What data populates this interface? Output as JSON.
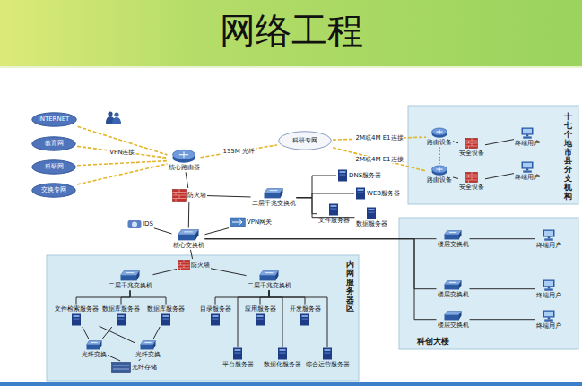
{
  "diagram": {
    "title": "网络工程",
    "nodes": [
      {
        "text": [
          "INTERNET"
        ]
      },
      {
        "text": [
          "教育网"
        ]
      },
      {
        "text": [
          "科研网"
        ]
      },
      {
        "text": [
          "交换专网"
        ]
      },
      {
        "text": [
          "核心路由器"
        ]
      },
      {
        "text": [
          "科研专网"
        ]
      },
      {
        "text": [
          "十七个地市县分支机构"
        ]
      },
      {
        "text": [
          "路由设备"
        ],
        "in": 6
      },
      {
        "text": [
          "安全设备"
        ],
        "in": 6
      },
      {
        "text": [
          "终端用户"
        ],
        "in": 6
      },
      {
        "text": [
          "路由设备"
        ],
        "in": 6
      },
      {
        "text": [
          "安全设备"
        ],
        "in": 6
      },
      {
        "text": [
          "终端用户"
        ],
        "in": 6
      },
      {
        "text": [
          "防火墙"
        ]
      },
      {
        "text": [
          "二层千兆交换机"
        ]
      },
      {
        "text": [
          "DNS服务器"
        ]
      },
      {
        "text": [
          "WEB服务器"
        ]
      },
      {
        "text": [
          "文件服务器"
        ]
      },
      {
        "text": [
          "数据服务器"
        ]
      },
      {
        "text": [
          "IDS"
        ]
      },
      {
        "text": [
          "VPN网关"
        ]
      },
      {
        "text": [
          "核心交换机"
        ]
      },
      {
        "text": [
          "科创大楼"
        ]
      },
      {
        "text": [
          "楼层交换机"
        ],
        "in": 22
      },
      {
        "text": [
          "终端用户"
        ],
        "in": 22
      },
      {
        "text": [
          "楼层交换机"
        ],
        "in": 22
      },
      {
        "text": [
          "终端用户"
        ],
        "in": 22
      },
      {
        "text": [
          "楼层交换机"
        ],
        "in": 22
      },
      {
        "text": [
          "终端用户"
        ],
        "in": 22
      },
      {
        "text": [
          "内网服务器区"
        ]
      },
      {
        "text": [
          "防火墙"
        ],
        "in": 29
      },
      {
        "text": [
          "二层千兆交换机"
        ],
        "in": 29
      },
      {
        "text": [
          "二层千兆交换机"
        ],
        "in": 29
      },
      {
        "text": [
          "文件检索服务器"
        ],
        "in": 29
      },
      {
        "text": [
          "数据库服务器"
        ],
        "in": 29
      },
      {
        "text": [
          "数据库服务器"
        ],
        "in": 29
      },
      {
        "text": [
          "光纤交换"
        ],
        "in": 29
      },
      {
        "text": [
          "光纤交换"
        ],
        "in": 29
      },
      {
        "text": [
          "光纤存储"
        ],
        "in": 29
      },
      {
        "text": [
          "目录服务器"
        ],
        "in": 29
      },
      {
        "text": [
          "应用服务器"
        ],
        "in": 29
      },
      {
        "text": [
          "开发服务器"
        ],
        "in": 29
      },
      {
        "text": [
          "平台服务器"
        ],
        "in": 29
      },
      {
        "text": [
          "数据化服务器"
        ],
        "in": 29
      },
      {
        "text": [
          "综合运营服务器"
        ],
        "in": 29
      }
    ],
    "edges": [
      {
        "from": 0,
        "to": 4,
        "arrow": "none"
      },
      {
        "from": 1,
        "to": 4,
        "label": "VPN连接",
        "arrow": "none"
      },
      {
        "from": 2,
        "to": 4,
        "arrow": "none"
      },
      {
        "from": 3,
        "to": 4,
        "arrow": "none"
      },
      {
        "from": 4,
        "to": 5,
        "label": "155M 光纤",
        "arrow": "none"
      },
      {
        "from": 5,
        "to": 7,
        "label": "2M或4M E1连接",
        "arrow": "none"
      },
      {
        "from": 5,
        "to": 10,
        "label": "2M或4M E1连接",
        "arrow": "none"
      },
      {
        "from": 7,
        "to": 8,
        "arrow": "none"
      },
      {
        "from": 8,
        "to": 9,
        "arrow": "none"
      },
      {
        "from": 10,
        "to": 11,
        "arrow": "none"
      },
      {
        "from": 11,
        "to": 12,
        "arrow": "none"
      },
      {
        "from": 7,
        "to": 10,
        "arrow": "none"
      },
      {
        "from": 4,
        "to": 13,
        "arrow": "none"
      },
      {
        "from": 13,
        "to": 14,
        "arrow": "none"
      },
      {
        "from": 14,
        "to": 15,
        "arrow": "none"
      },
      {
        "from": 14,
        "to": 16,
        "arrow": "none"
      },
      {
        "from": 14,
        "to": 17,
        "arrow": "none"
      },
      {
        "from": 14,
        "to": 18,
        "arrow": "none"
      },
      {
        "from": 13,
        "to": 21,
        "arrow": "none"
      },
      {
        "from": 21,
        "to": 19,
        "arrow": "none"
      },
      {
        "from": 21,
        "to": 20,
        "arrow": "none"
      },
      {
        "from": 21,
        "to": 23,
        "arrow": "none"
      },
      {
        "from": 21,
        "to": 25,
        "arrow": "none"
      },
      {
        "from": 21,
        "to": 27,
        "arrow": "none"
      },
      {
        "from": 23,
        "to": 24,
        "arrow": "none"
      },
      {
        "from": 25,
        "to": 26,
        "arrow": "none"
      },
      {
        "from": 27,
        "to": 28,
        "arrow": "none"
      },
      {
        "from": 21,
        "to": 30,
        "arrow": "none"
      },
      {
        "from": 30,
        "to": 31,
        "arrow": "none"
      },
      {
        "from": 30,
        "to": 32,
        "arrow": "none"
      },
      {
        "from": 31,
        "to": 33,
        "arrow": "none"
      },
      {
        "from": 31,
        "to": 34,
        "arrow": "none"
      },
      {
        "from": 31,
        "to": 35,
        "arrow": "none"
      },
      {
        "from": 32,
        "to": 39,
        "arrow": "none"
      },
      {
        "from": 32,
        "to": 40,
        "arrow": "none"
      },
      {
        "from": 32,
        "to": 41,
        "arrow": "none"
      },
      {
        "from": 32,
        "to": 42,
        "arrow": "none"
      },
      {
        "from": 32,
        "to": 43,
        "arrow": "none"
      },
      {
        "from": 32,
        "to": 44,
        "arrow": "none"
      },
      {
        "from": 33,
        "to": 36,
        "arrow": "none"
      },
      {
        "from": 33,
        "to": 37,
        "arrow": "none"
      },
      {
        "from": 34,
        "to": 36,
        "arrow": "none"
      },
      {
        "from": 35,
        "to": 37,
        "arrow": "none"
      },
      {
        "from": 36,
        "to": 38,
        "arrow": "none"
      },
      {
        "from": 37,
        "to": 38,
        "arrow": "none"
      }
    ]
  }
}
